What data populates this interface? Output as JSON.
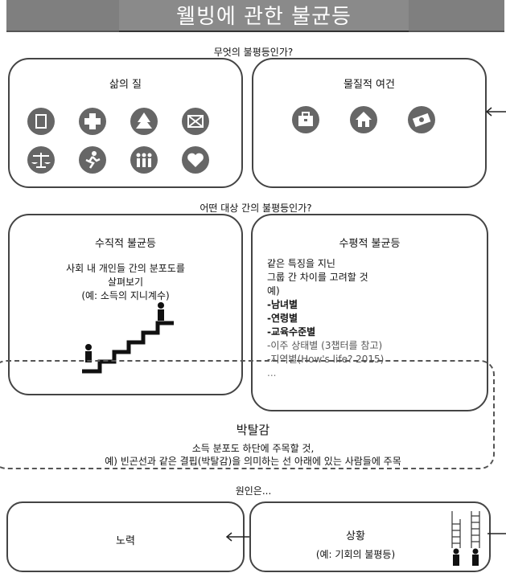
{
  "title": "웰빙에 관한 불균등",
  "q1": "무엇의 불평등인가?",
  "q2": "어떤 대상 간의 불평등인가?",
  "q3": "원인은...",
  "quality_of_life": {
    "title": "삶의 질",
    "icons": [
      "book-icon",
      "health-cross-icon",
      "tree-icon",
      "envelope-icon",
      "scales-icon",
      "runner-icon",
      "people-icon",
      "heart-icon"
    ]
  },
  "material": {
    "title": "물질적 여건",
    "icons": [
      "briefcase-icon",
      "house-icon",
      "money-icon"
    ]
  },
  "vertical": {
    "title": "수직적 불균등",
    "lines": [
      "사회 내 개인들 간의 분포도를",
      "살펴보기",
      "(예: 소득의 지니계수)"
    ]
  },
  "horizontal": {
    "title": "수평적 불균등",
    "lines": [
      "같은 특징을 지닌",
      "그룹 간 차이를 고려할 것",
      "예)",
      "-남녀별",
      "-연령별",
      "-교육수준별",
      "-이주 상태별 (3챕터를 참고)",
      "-지역별(How's life? 2015)",
      "..."
    ]
  },
  "deprivation": {
    "title": "박탈감",
    "line1": "소득 분포도 하단에 주목할 것,",
    "line2": "예) 빈곤선과 같은 결핍(박탈감)을 의미하는 선 아래에 있는 사람들에 주목"
  },
  "effort": {
    "label": "노력"
  },
  "circumstance": {
    "label": "상황",
    "note": "(예: 기회의 불평등)"
  },
  "colors": {
    "box_border": "#444444",
    "icon_fill": "#666666",
    "title_bar": "#7f7f7f"
  }
}
